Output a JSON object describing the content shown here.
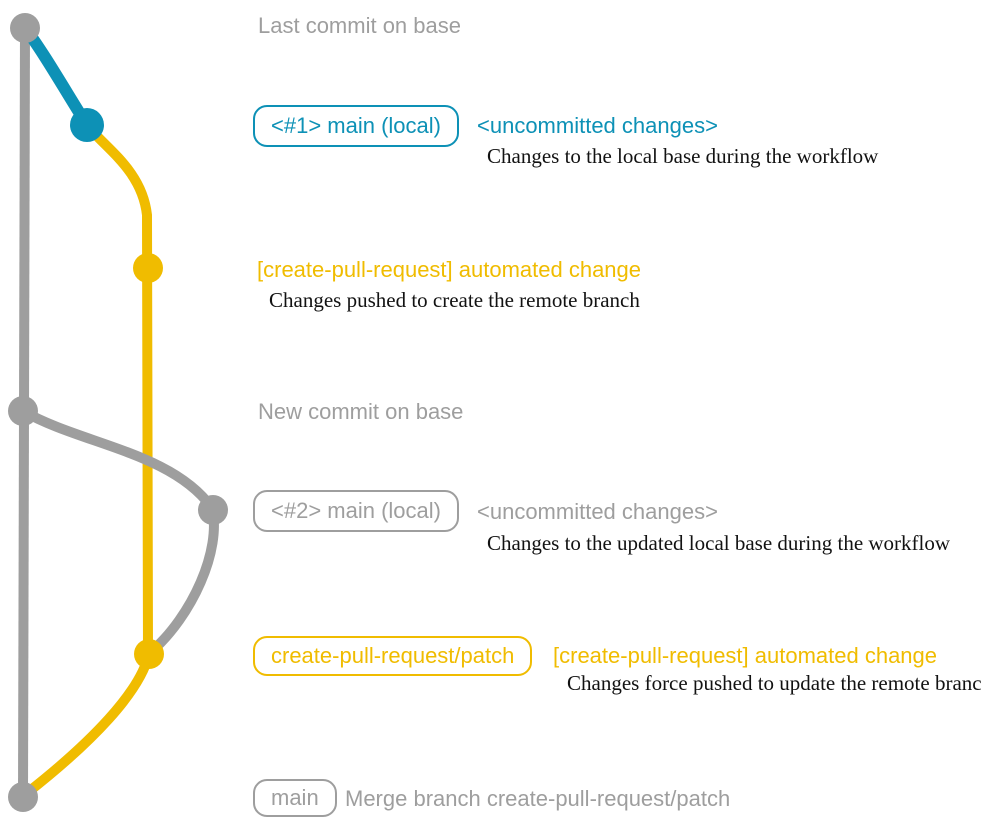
{
  "colors": {
    "gray": "#9e9e9e",
    "blue": "#0d91b6",
    "yellow": "#f0bc00",
    "description_text": "#121212",
    "background": "#ffffff"
  },
  "annotations": {
    "last_commit_label": "Last commit on base",
    "row1": {
      "badge": "<#1> main (local)",
      "heading": "<uncommitted changes>",
      "description": "Changes to the local base during the workflow"
    },
    "row2": {
      "heading": "[create-pull-request] automated change",
      "description": "Changes pushed to create the remote branch"
    },
    "new_commit_label": "New commit on base",
    "row3": {
      "badge": "<#2> main (local)",
      "heading": "<uncommitted changes>",
      "description": "Changes to the updated local base during the workflow"
    },
    "row4": {
      "badge": "create-pull-request/patch",
      "heading": "[create-pull-request] automated change",
      "description": "Changes force pushed to update the remote branch"
    },
    "merge_row": {
      "badge": "main",
      "label": "Merge branch create-pull-request/patch"
    }
  }
}
